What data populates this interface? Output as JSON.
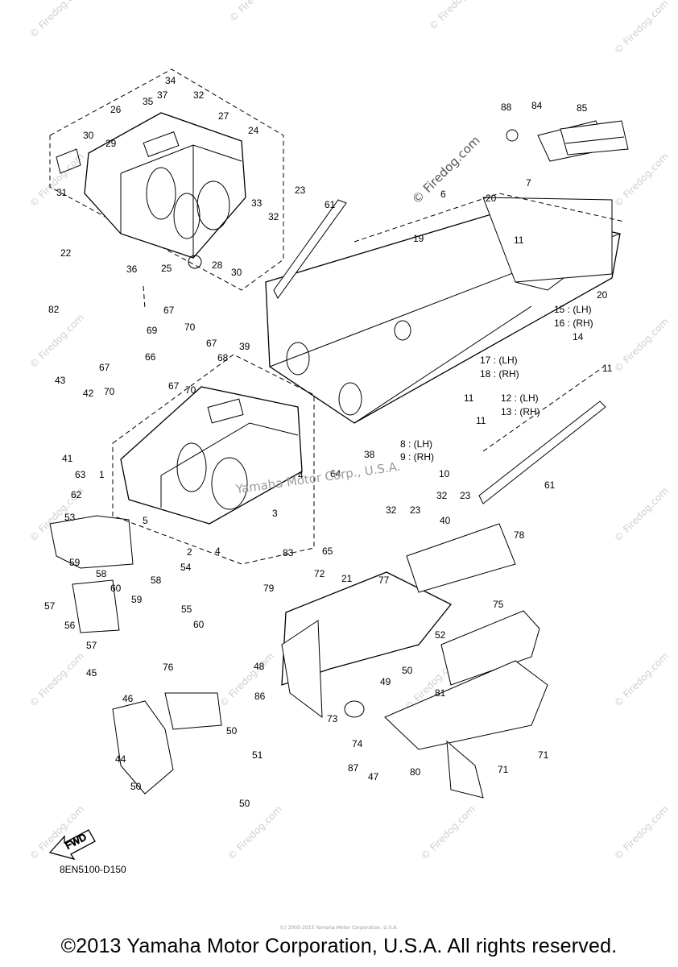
{
  "watermark_text": "© Firedog.com",
  "center_watermark": "Yamaha Motor Corp., U.S.A.",
  "fine_print": "(c) 2005-2015 Yamaha Motor Corporation, U.S.A.",
  "diagram_code": "8EN5100-D150",
  "fwd_label": "FWD",
  "footer": "©2013 Yamaha Motor Corporation, U.S.A. All rights reserved.",
  "callouts": [
    {
      "text": "34"
    },
    {
      "text": "37"
    },
    {
      "text": "32"
    },
    {
      "text": "35"
    },
    {
      "text": "26"
    },
    {
      "text": "27"
    },
    {
      "text": "24"
    },
    {
      "text": "30"
    },
    {
      "text": "29"
    },
    {
      "text": "23"
    },
    {
      "text": "31"
    },
    {
      "text": "33"
    },
    {
      "text": "32"
    },
    {
      "text": "25"
    },
    {
      "text": "28"
    },
    {
      "text": "30"
    },
    {
      "text": "88"
    },
    {
      "text": "84"
    },
    {
      "text": "85"
    },
    {
      "text": "7"
    },
    {
      "text": "6"
    },
    {
      "text": "20"
    },
    {
      "text": "19"
    },
    {
      "text": "11"
    },
    {
      "text": "61"
    },
    {
      "text": "20"
    },
    {
      "text": "15 : (LH)"
    },
    {
      "text": "16 : (RH)"
    },
    {
      "text": "14"
    },
    {
      "text": "22"
    },
    {
      "text": "36"
    },
    {
      "text": "82"
    },
    {
      "text": "67"
    },
    {
      "text": "69"
    },
    {
      "text": "70"
    },
    {
      "text": "39"
    },
    {
      "text": "66"
    },
    {
      "text": "67"
    },
    {
      "text": "68"
    },
    {
      "text": "67"
    },
    {
      "text": "70"
    },
    {
      "text": "67"
    },
    {
      "text": "70"
    },
    {
      "text": "17 : (LH)"
    },
    {
      "text": "18 : (RH)"
    },
    {
      "text": "11"
    },
    {
      "text": "43"
    },
    {
      "text": "42"
    },
    {
      "text": "12 : (LH)"
    },
    {
      "text": "13 : (RH)"
    },
    {
      "text": "11"
    },
    {
      "text": "11"
    },
    {
      "text": "41"
    },
    {
      "text": "8 : (LH)"
    },
    {
      "text": "9 : (RH)"
    },
    {
      "text": "10"
    },
    {
      "text": "38"
    },
    {
      "text": "63"
    },
    {
      "text": "1"
    },
    {
      "text": "4"
    },
    {
      "text": "64"
    },
    {
      "text": "32"
    },
    {
      "text": "23"
    },
    {
      "text": "62"
    },
    {
      "text": "61"
    },
    {
      "text": "32"
    },
    {
      "text": "23"
    },
    {
      "text": "53"
    },
    {
      "text": "5"
    },
    {
      "text": "3"
    },
    {
      "text": "40"
    },
    {
      "text": "2"
    },
    {
      "text": "4"
    },
    {
      "text": "65"
    },
    {
      "text": "78"
    },
    {
      "text": "59"
    },
    {
      "text": "54"
    },
    {
      "text": "83"
    },
    {
      "text": "58"
    },
    {
      "text": "72"
    },
    {
      "text": "21"
    },
    {
      "text": "77"
    },
    {
      "text": "57"
    },
    {
      "text": "60"
    },
    {
      "text": "58"
    },
    {
      "text": "79"
    },
    {
      "text": "56"
    },
    {
      "text": "59"
    },
    {
      "text": "55"
    },
    {
      "text": "75"
    },
    {
      "text": "60"
    },
    {
      "text": "57"
    },
    {
      "text": "52"
    },
    {
      "text": "45"
    },
    {
      "text": "76"
    },
    {
      "text": "48"
    },
    {
      "text": "50"
    },
    {
      "text": "49"
    },
    {
      "text": "81"
    },
    {
      "text": "46"
    },
    {
      "text": "86"
    },
    {
      "text": "73"
    },
    {
      "text": "50"
    },
    {
      "text": "74"
    },
    {
      "text": "71"
    },
    {
      "text": "44"
    },
    {
      "text": "51"
    },
    {
      "text": "87"
    },
    {
      "text": "47"
    },
    {
      "text": "80"
    },
    {
      "text": "71"
    },
    {
      "text": "50"
    },
    {
      "text": "50"
    }
  ]
}
